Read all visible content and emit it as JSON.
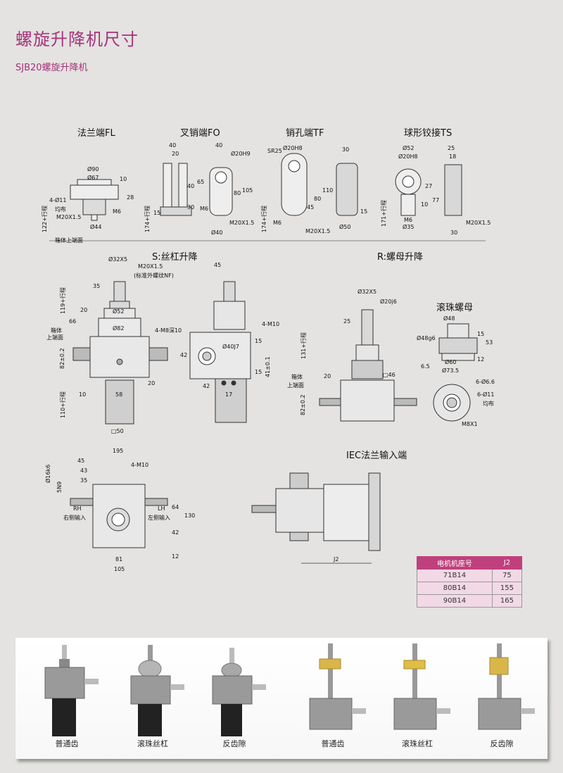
{
  "header": {
    "title": "螺旋升降机尺寸",
    "subtitle": "SJB20螺旋升降机"
  },
  "sections": {
    "fl": "法兰端FL",
    "fo": "叉销端FO",
    "tf": "销孔端TF",
    "ts": "球形铰接TS",
    "s": "S:丝杠升降",
    "r": "R:螺母升降",
    "ballnut": "滚珠螺母",
    "iec": "IEC法兰输入端"
  },
  "dims": {
    "fl": {
      "d90": "Ø90",
      "d67": "Ø67",
      "h4d11": "4-Ø11",
      "even": "均布",
      "m20": "M20X1.5",
      "d44": "Ø44",
      "m6": "M6",
      "v10": "10",
      "v28": "28",
      "stroke122": "122+行程",
      "boxtop": "箱体上端面"
    },
    "fo": {
      "w40a": "40",
      "w20": "20",
      "w40b": "40",
      "d20h9": "Ø20H9",
      "v40": "40",
      "v65": "65",
      "v30": "30",
      "v15": "15",
      "v80": "80",
      "v105": "105",
      "m6": "M6",
      "d40": "Ø40",
      "stroke174": "174+行程",
      "m20": "M20X1.5"
    },
    "tf": {
      "sr25": "SR25",
      "d20h8": "Ø20H8",
      "w30": "30",
      "v45": "45",
      "v80": "80",
      "v110": "110",
      "v15": "15",
      "m6": "M6",
      "m20": "M20X1.5",
      "d50": "Ø50",
      "stroke174": "174+行程"
    },
    "ts": {
      "d52": "Ø52",
      "d20h8": "Ø20H8",
      "w25": "25",
      "w18": "18",
      "v27": "27",
      "v77": "77",
      "v10": "10",
      "m6": "M6",
      "d35": "Ø35",
      "w30": "30",
      "m20": "M20X1.5",
      "stroke171": "171+行程"
    },
    "s": {
      "d32x5": "Ø32X5",
      "m20": "M20X1.5",
      "nf": "(标准外螺纹NF)",
      "v35": "35",
      "v119": "119+行程",
      "v20": "20",
      "d52": "Ø52",
      "v66": "66",
      "box": "箱体",
      "boxtop": "上端面",
      "d82": "Ø82",
      "v82": "82±0.2",
      "w58": "58",
      "v10": "10",
      "v110": "110+行程",
      "v20b": "20",
      "sq50": "□50",
      "w45": "45",
      "m8": "4-M8深10",
      "m10": "4-M10",
      "d40j7": "Ø40J7",
      "v42": "42",
      "v15a": "15",
      "v15b": "15",
      "v41": "41±0.1",
      "w42": "42",
      "w17": "17"
    },
    "r": {
      "d32x5": "Ø32X5",
      "d20j6": "Ø20j6",
      "v25": "25",
      "v131": "131+行程",
      "box": "箱体",
      "boxtop": "上端面",
      "v20": "20",
      "v82": "82±0.2",
      "sq46": "□46"
    },
    "bn": {
      "d48": "Ø48",
      "d48g6": "Ø48g6",
      "v15": "15",
      "v53": "53",
      "v12": "12",
      "d60": "Ø60",
      "d735": "Ø73.5",
      "v65": "6.5",
      "h6d66": "6-Ø6.6",
      "h6d11": "6-Ø11",
      "even": "均布",
      "m8": "M8X1"
    },
    "bottom": {
      "w195": "195",
      "w45": "45",
      "w43": "43",
      "w35": "35",
      "m10": "4-M10",
      "d16": "Ø16k6",
      "k5n9": "5N9",
      "rh": "RH",
      "rhl": "右侧输入",
      "lh": "LH",
      "lhl": "左侧输入",
      "v64": "64",
      "v42": "42",
      "v130": "130",
      "v12": "12",
      "w81": "81",
      "w105": "105",
      "j2": "J2"
    }
  },
  "motor_table": {
    "headers": [
      "电机机座号",
      "J2"
    ],
    "rows": [
      [
        "71B14",
        "75"
      ],
      [
        "80B14",
        "155"
      ],
      [
        "90B14",
        "165"
      ]
    ]
  },
  "products": [
    {
      "label": "普通齿"
    },
    {
      "label": "滚珠丝杠"
    },
    {
      "label": "反齿隙"
    },
    {
      "label": "普通齿"
    },
    {
      "label": "滚珠丝杠"
    },
    {
      "label": "反齿隙"
    }
  ],
  "colors": {
    "accent": "#a6317a",
    "table_head": "#c0407d",
    "table_row": "#f2d9e5"
  }
}
